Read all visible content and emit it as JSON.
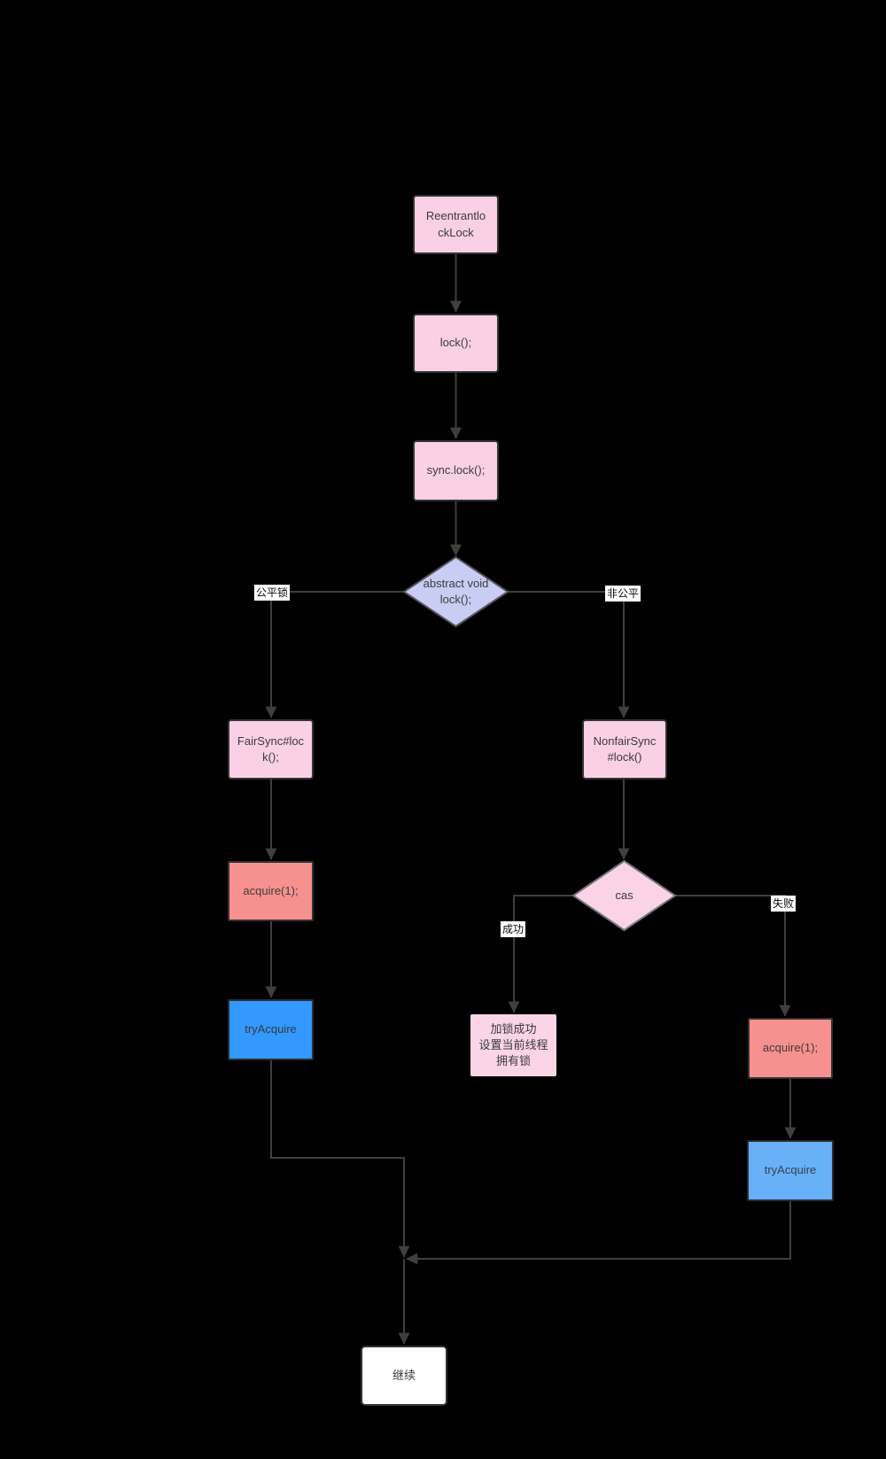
{
  "colors": {
    "background": "#000000",
    "node_pink": "#f9d0e5",
    "node_salmon": "#f7918f",
    "node_blue_strong": "#3399fe",
    "node_blue_light": "#68b1f9",
    "node_white": "#ffffff",
    "diamond_lavender": "#c9ccf3",
    "diamond_pink": "#fbd3e8",
    "border_dark": "#333333",
    "line": "#3f3f3f",
    "text": "#3b3b3b"
  },
  "nodes": {
    "reentrantlock": {
      "label": "Reentrantlo\nckLock"
    },
    "lock": {
      "label": "lock();"
    },
    "sync_lock": {
      "label": "sync.lock();"
    },
    "abstract_lock": {
      "label": "abstract void\nlock();"
    },
    "fair_sync": {
      "label": "FairSync#loc\nk();"
    },
    "nonfair_sync": {
      "label": "NonfairSync\n#lock()"
    },
    "acquire_fair": {
      "label": "acquire(1);"
    },
    "try_acquire_fair": {
      "label": "tryAcquire"
    },
    "cas": {
      "label": "cas"
    },
    "lock_success": {
      "label": "加锁成功\n设置当前线程\n拥有锁"
    },
    "acquire_nonfair": {
      "label": "acquire(1);"
    },
    "try_acquire_nonfair": {
      "label": "tryAcquire"
    },
    "continue": {
      "label": "继续"
    }
  },
  "edge_labels": {
    "fair": "公平锁",
    "nonfair": "非公平",
    "success": "成功",
    "fail": "失败"
  }
}
